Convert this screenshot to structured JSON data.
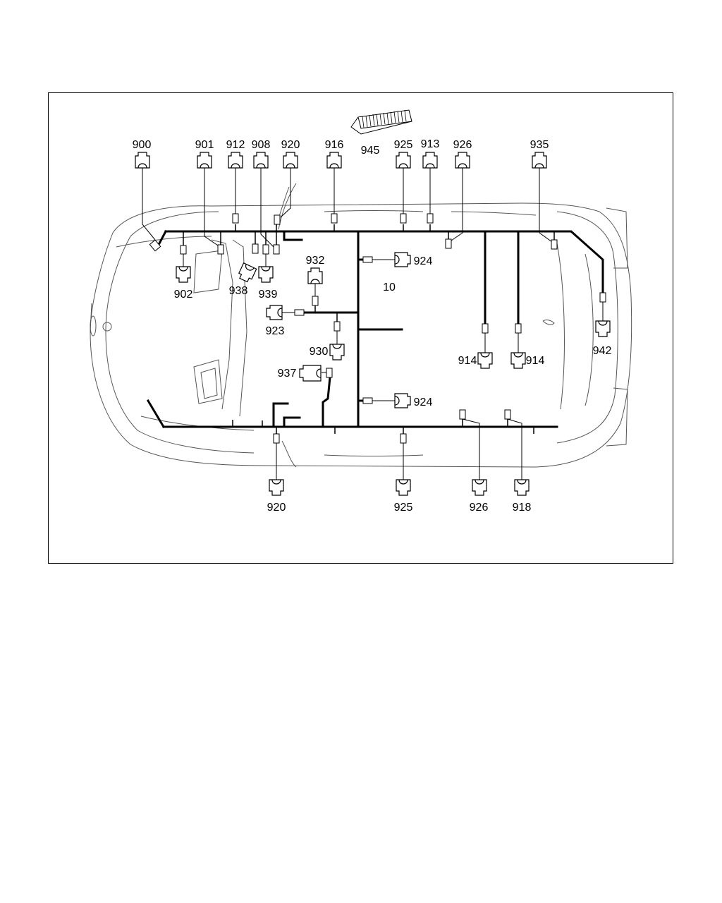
{
  "diagram": {
    "harness_label": "10",
    "top_labels": {
      "c900": "900",
      "c901": "901",
      "c912": "912",
      "c908": "908",
      "c920": "920",
      "c916": "916",
      "c945": "945",
      "c925": "925",
      "c913": "913",
      "c926": "926",
      "c935": "935"
    },
    "inner_labels": {
      "c902": "902",
      "c938": "938",
      "c939": "939",
      "c932": "932",
      "c923": "923",
      "c930": "930",
      "c937": "937",
      "c924a": "924",
      "c924b": "924",
      "c914a": "914",
      "c914b": "914",
      "c942": "942"
    },
    "bottom_labels": {
      "c920": "920",
      "c925": "925",
      "c926": "926",
      "c918": "918"
    }
  }
}
